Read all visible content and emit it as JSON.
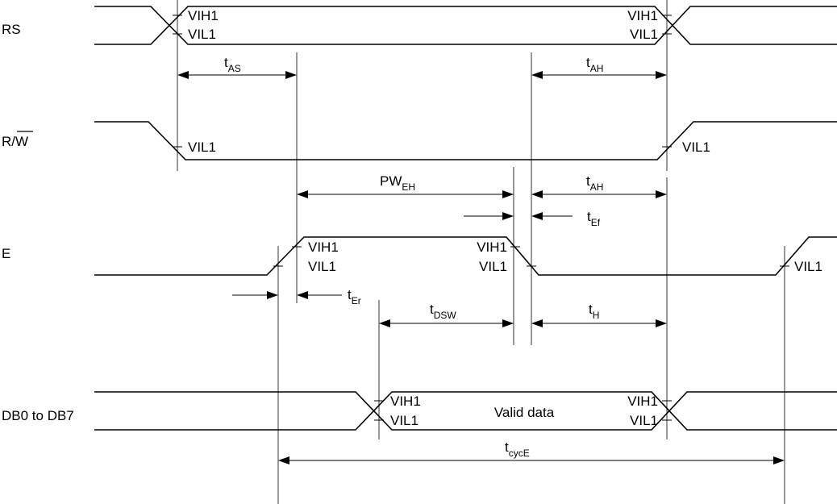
{
  "signals": {
    "rs": "RS",
    "rw_r": "R/",
    "rw_w": "W",
    "e": "E",
    "db": "DB0 to DB7"
  },
  "levels": {
    "vih": "VIH1",
    "vil": "VIL1"
  },
  "params": {
    "tas": {
      "main": "t",
      "sub": "AS"
    },
    "tah": {
      "main": "t",
      "sub": "AH"
    },
    "pweh": {
      "main": "PW",
      "sub": "EH"
    },
    "tef": {
      "main": "t",
      "sub": "Ef"
    },
    "ter": {
      "main": "t",
      "sub": "Er"
    },
    "tdsw": {
      "main": "t",
      "sub": "DSW"
    },
    "th": {
      "main": "t",
      "sub": "H"
    },
    "tcyce": {
      "main": "t",
      "sub": "cycE"
    }
  },
  "valid_data": "Valid data"
}
